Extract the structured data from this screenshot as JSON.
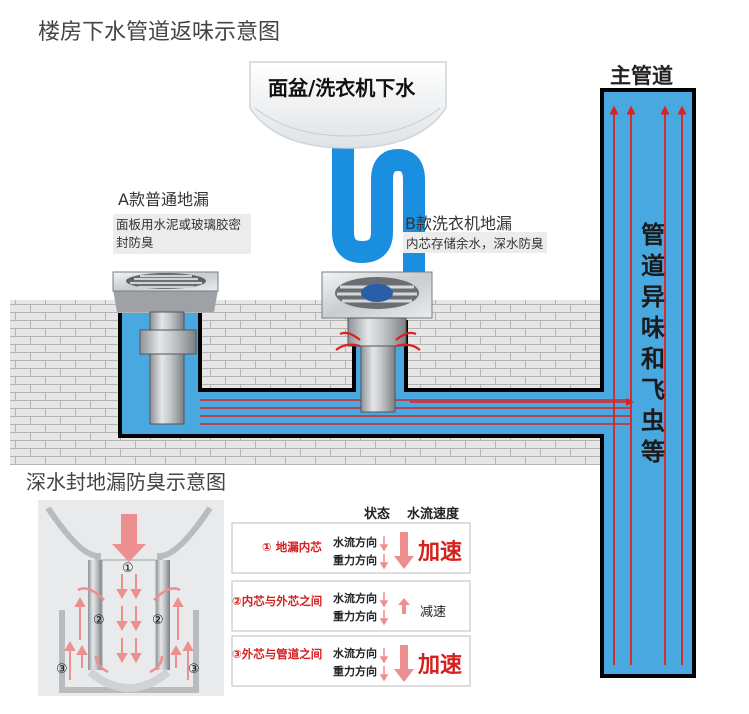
{
  "titles": {
    "main": "楼房下水管道返味示意图",
    "sub": "深水封地漏防臭示意图",
    "main_pipe": "主管道"
  },
  "labels": {
    "basin": "面盆/洗衣机下水",
    "pipe_vertical": "管道异味和飞虫等",
    "drain_a_title": "A款普通地漏",
    "drain_a_note": "面板用水泥或玻璃胶密封防臭",
    "drain_b_title": "B款洗衣机地漏",
    "drain_b_note": "内芯存储余水，深水防臭"
  },
  "table": {
    "headers": {
      "state": "状态",
      "speed": "水流速度"
    },
    "rows": [
      {
        "label": "① 地漏内芯",
        "dir1": "水流方向",
        "dir2": "重力方向",
        "speed": "加速",
        "style": "big"
      },
      {
        "label": "②内芯与外芯之间",
        "dir1": "水流方向",
        "dir2": "重力方向",
        "speed": "减速",
        "style": "small"
      },
      {
        "label": "③外芯与管道之间",
        "dir1": "水流方向",
        "dir2": "重力方向",
        "speed": "加速",
        "style": "big"
      }
    ]
  },
  "seal_markers": [
    "①",
    "②",
    "②",
    "③",
    "③"
  ],
  "colors": {
    "pipe_blue": "#4aa8e0",
    "pipe_outline": "#1a1a1a",
    "arrow_red": "#e02020",
    "arrow_pink": "#ee8f8f",
    "brick_bg": "#e8e8e8",
    "brick_line": "#b8b8b8",
    "steel": "#b9bcbf",
    "basin_label_bg": "#ffffff"
  }
}
